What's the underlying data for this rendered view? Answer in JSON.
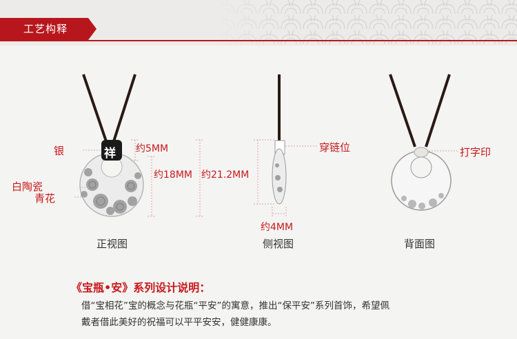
{
  "header": {
    "title": "工艺构释"
  },
  "front": {
    "caption": "正视图",
    "label_silver": "银",
    "label_white_porcelain": "白陶瓷",
    "label_blue_white": "青花",
    "dim_hole": "约5MM",
    "dim_inner": "约18MM",
    "dim_outer": "约21.2MM",
    "emblem_char": "祥"
  },
  "side": {
    "caption": "侧视图",
    "label_chain_hole": "穿链位",
    "dim_thickness": "约4MM"
  },
  "back": {
    "caption": "背面图",
    "label_engraving": "打字印"
  },
  "description": {
    "title": "《宝瓶•安》系列设计说明：",
    "line1": "借“宝相花”宝的概念与花瓶“平安”的寓意，推出“保平安”系列首饰，希望佩",
    "line2": "戴者借此美好的祝福可以平平安安，健健康康。"
  },
  "colors": {
    "accent": "#c8181c",
    "header_red": "#b7171c",
    "cord": "#2a1a14"
  }
}
